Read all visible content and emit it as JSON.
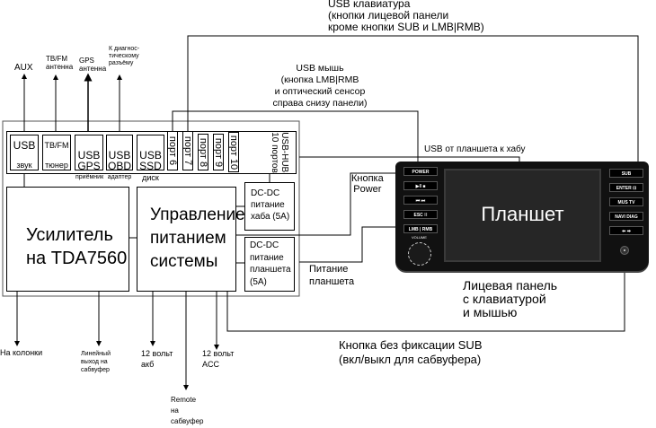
{
  "top_inputs": {
    "aux": "AUX",
    "tv_fm_antenna": [
      "ТВ/FM",
      "антенна"
    ],
    "gps_antenna": [
      "GPS",
      "антенна"
    ],
    "diag_connector": [
      "К диагнос-",
      "тическому",
      "разъёму"
    ]
  },
  "usb_keyboard_label": [
    "USB клавиатура",
    "(кнопки лицевой панели",
    "кроме кнопки SUB и LMB|RMB)"
  ],
  "usb_mouse_label": [
    "USB мышь",
    "(кнопка LMB|RMB",
    "и оптический сенсор",
    "справа снизу панели)"
  ],
  "usb_tablet_to_hub": "USB от планшета к хабу",
  "modules": [
    {
      "title": "USB",
      "subtitle": "звук"
    },
    {
      "title": "ТВ/FM",
      "subtitle": "тюнер"
    },
    {
      "title": "USB\nGPS",
      "subtitle": "приёмник"
    },
    {
      "title": "USB\nOBD",
      "subtitle": "адаптер"
    },
    {
      "title": "USB\nSSD",
      "subtitle": "диск"
    }
  ],
  "ports": [
    "порт 6",
    "порт 7",
    "порт 8",
    "порт 9",
    "порт 10"
  ],
  "usb_hub": [
    "USB-HUB",
    "10 портов"
  ],
  "amplifier": [
    "Усилитель",
    "на TDA7560"
  ],
  "power_mgmt": [
    "Управление",
    "питанием",
    "системы"
  ],
  "dcdc_hub": [
    "DC-DC",
    "питание",
    "хаба (5A)"
  ],
  "dcdc_tablet": [
    "DC-DC",
    "питание",
    "планшета",
    "(5A)"
  ],
  "power_button_label": [
    "Кнопка",
    "Power"
  ],
  "tablet_power_label": [
    "Питание",
    "планшета"
  ],
  "front_panel": {
    "screen_label": "Планшет",
    "left_buttons": [
      "POWER",
      "▶‖      ■",
      "⏮    ⏭",
      "ESC    ⁞⁞",
      "LMB | RMB"
    ],
    "right_buttons": [
      "SUB",
      "ENTER  ⊡",
      "MUS  TV",
      "NAVI  DIAG",
      "⬅    ➡"
    ],
    "knob_label": "VOLUME",
    "caption": [
      "Лицевая панель",
      "с клавиатурой",
      "и мышью"
    ]
  },
  "sub_button_label": [
    "Кнопка без фиксации SUB",
    "(вкл/выкл для сабвуфера)"
  ],
  "bottom_outputs": {
    "speakers": "На колонки",
    "line_out": [
      "Линейный",
      "выход на",
      "сабвуфер"
    ],
    "battery": [
      "12 вольт",
      "акб"
    ],
    "remote": [
      "Remote",
      "на",
      "сабвуфер"
    ],
    "acc": [
      "12 вольт",
      "ACC"
    ]
  }
}
